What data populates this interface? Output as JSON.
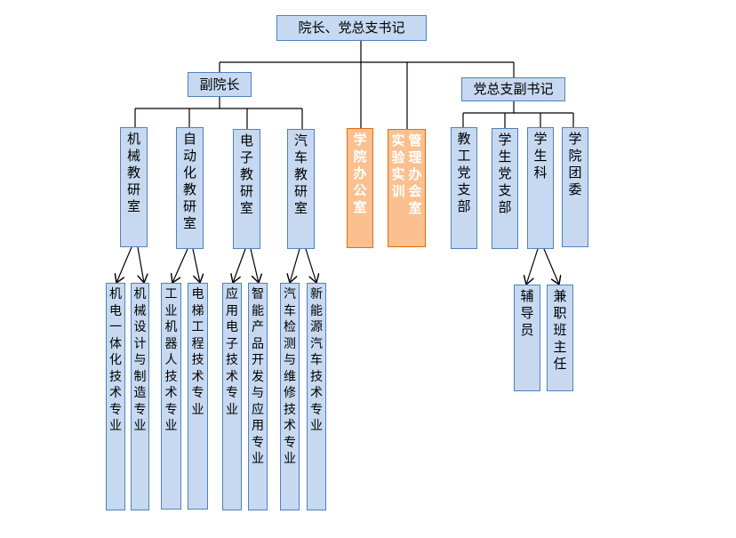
{
  "top": "院长、党总支书记",
  "vice_president": "副院长",
  "deputy_secretary": "党总支副书记",
  "departments": [
    "机械教研室",
    "自动化教研室",
    "电子教研室",
    "汽车教研室"
  ],
  "offices": {
    "college_office": "学院办公室",
    "lab_office_left": "实验实训",
    "lab_office_right": "管理办会室"
  },
  "party_units": [
    "教工党支部",
    "学生党支部",
    "学生科",
    "学院团委"
  ],
  "student_affairs_children": [
    "辅导员",
    "兼职班主任"
  ],
  "majors": [
    "机电一体化技术专业",
    "机械设计与制造专业",
    "工业机器人技术专业",
    "电梯工程技术专业",
    "应用电子技术专业",
    "智能产品开发与应用专业",
    "汽车检测与维修技术专业",
    "新能源汽车技术专业"
  ],
  "colors": {
    "box_fill": "#c6d9f1",
    "box_border": "#4f81bd",
    "office_fill": "#fac090",
    "office_border": "#e46c0a"
  }
}
